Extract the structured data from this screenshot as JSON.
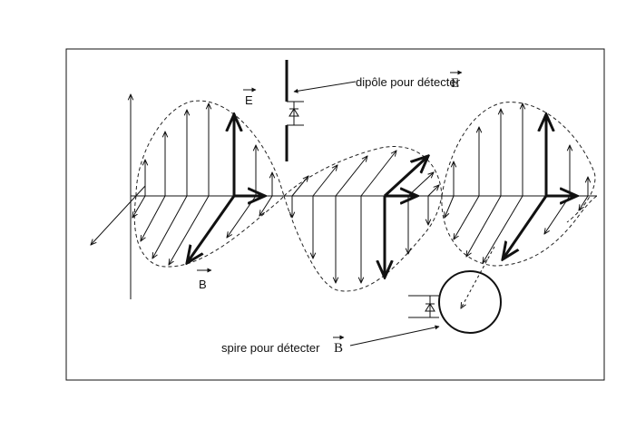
{
  "labels": {
    "dipole": "dipôle pour détecter",
    "dipole_symbol": "E",
    "loop": "spire pour détecter",
    "loop_symbol": "B",
    "e_field": "E",
    "b_field": "B"
  },
  "colors": {
    "ink": "#111111",
    "background": "#ffffff"
  }
}
